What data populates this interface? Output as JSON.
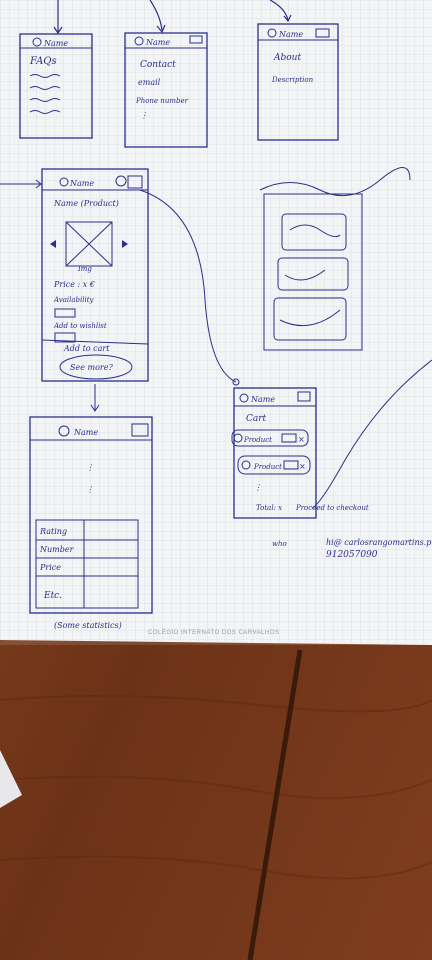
{
  "sketches": {
    "faq": {
      "title": "Name",
      "heading": "FAQs"
    },
    "contact": {
      "title": "Name",
      "line1": "Contact",
      "line2": "email",
      "line3": "Phone number"
    },
    "about": {
      "title": "Name",
      "line1": "About",
      "line2": "Description"
    },
    "product": {
      "title": "Name",
      "subtitle": "Name (Product)",
      "image_label": "Img",
      "price": "Price : x €",
      "availability": "Availability",
      "add_wishlist": "Add to wishlist",
      "add_cart": "Add to cart",
      "see_more": "See more?"
    },
    "stats": {
      "title": "Name",
      "rows": [
        "Rating",
        "Number",
        "Price",
        "Etc."
      ],
      "caption": "(Some statistics)"
    },
    "cart": {
      "title": "Name",
      "heading": "Cart",
      "item1": "Product",
      "item2": "Product",
      "total": "Total: x",
      "checkout": "Proceed to checkout",
      "who": "who",
      "email": "hi@ carlosrangomartins.pt",
      "phone": "912057090"
    }
  },
  "footer_text": "COLÉGIO INTERNATO DOS CARVALHOS",
  "colors": {
    "ink": "#2b2f8a",
    "paper": "#f2f3f5",
    "grid": "#c9ccd6",
    "table": "#7a3b1c"
  }
}
